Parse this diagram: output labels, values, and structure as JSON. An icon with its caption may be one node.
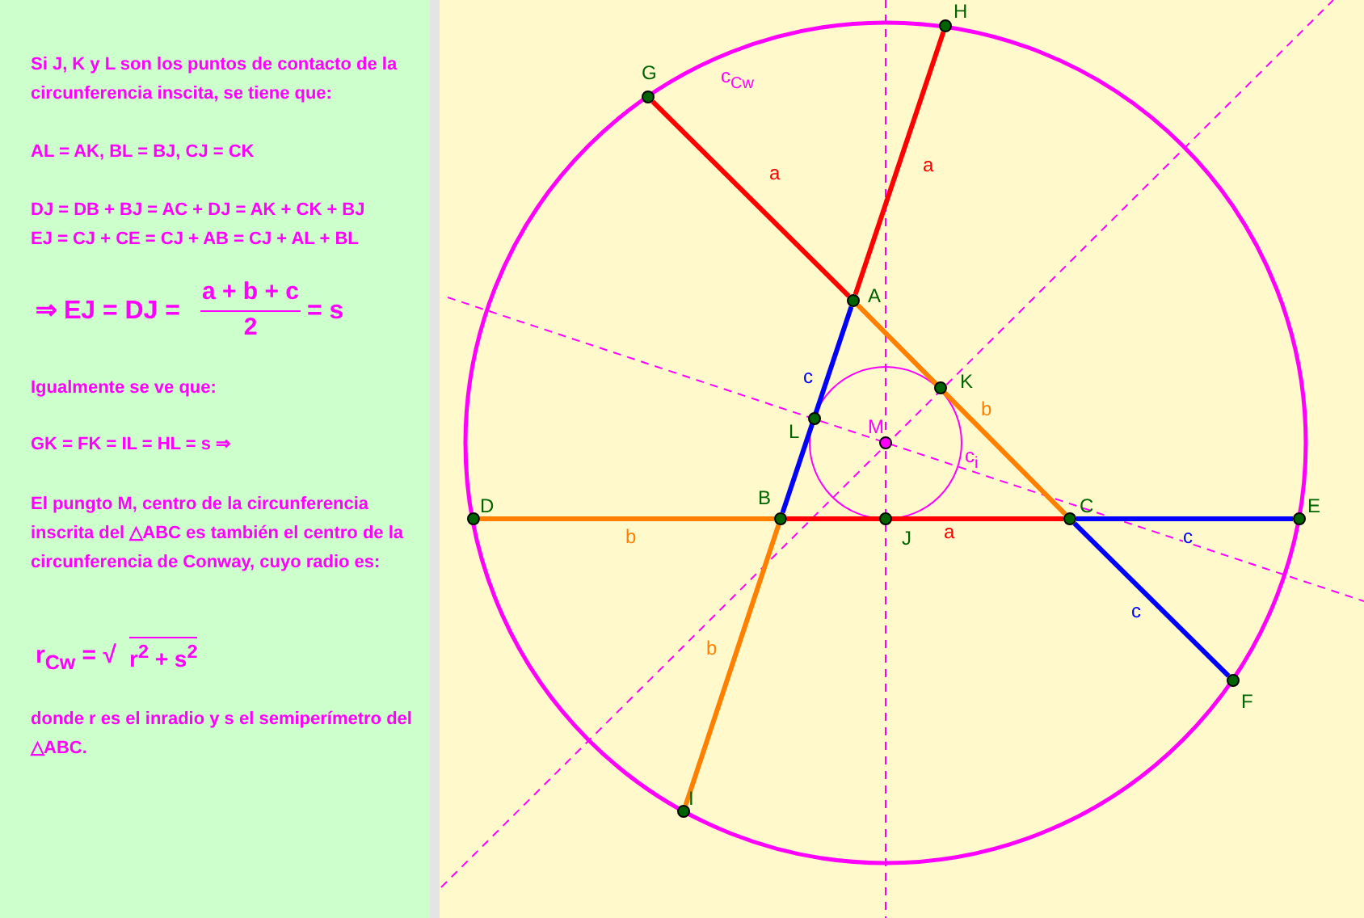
{
  "diagram": {
    "nodes": [
      {
        "text": [
          "G"
        ]
      },
      {
        "text": [
          "H"
        ]
      },
      {
        "text": [
          "A"
        ]
      },
      {
        "text": [
          "K"
        ]
      },
      {
        "text": [
          "L"
        ]
      },
      {
        "text": [
          "M"
        ]
      },
      {
        "text": [
          "B"
        ]
      },
      {
        "text": [
          "J"
        ]
      },
      {
        "text": [
          "C"
        ]
      },
      {
        "text": [
          "D"
        ]
      },
      {
        "text": [
          "E"
        ]
      },
      {
        "text": [
          "F"
        ]
      },
      {
        "text": [
          "I"
        ]
      }
    ],
    "edges": [
      {
        "from": 0,
        "to": 2,
        "arrow": "none",
        "label": "a",
        "color": "#ff0000"
      },
      {
        "from": 2,
        "to": 1,
        "arrow": "none",
        "label": "a",
        "color": "#ff0000"
      },
      {
        "from": 2,
        "to": 6,
        "arrow": "none",
        "label": "c",
        "color": "#0000ff"
      },
      {
        "from": 2,
        "to": 8,
        "arrow": "none",
        "label": "b",
        "color": "#ff8000"
      },
      {
        "from": 6,
        "to": 8,
        "arrow": "none",
        "label": "a",
        "color": "#ff0000"
      },
      {
        "from": 9,
        "to": 6,
        "arrow": "none",
        "label": "b",
        "color": "#ff8000"
      },
      {
        "from": 6,
        "to": 12,
        "arrow": "none",
        "label": "b",
        "color": "#ff8000"
      },
      {
        "from": 8,
        "to": 10,
        "arrow": "none",
        "label": "c",
        "color": "#0000ff"
      },
      {
        "from": 8,
        "to": 11,
        "arrow": "none",
        "label": "c",
        "color": "#0000ff"
      }
    ],
    "labels": [
      "Si J, K y L son los puntos de contacto de la circunferencia inscita, se tiene que:",
      "AL = AK, BL = BJ, CJ = CK",
      "DJ = DB + BJ = AC + DJ = AK + CK + BJ",
      "EJ = CJ + CE = CJ + AB = CJ + AL + BL",
      "⇒ EJ = DJ =",
      "a + b + c",
      "2",
      "= s",
      "Igualmente se ve que:",
      "GK = FK = IL = HL = s ⇒",
      "El pungto M, centro de la circunferencia inscrita del △ABC es también el centro de la circunferencia de Conway, cuyo radio es:",
      "r$_{Cw}$ = √",
      "r$^{2}$ + s$^{2}$",
      "donde r es el inradio y s el semiperímetro del △ABC.",
      "c$_{Cw}$",
      "c$_{i}$"
    ]
  }
}
